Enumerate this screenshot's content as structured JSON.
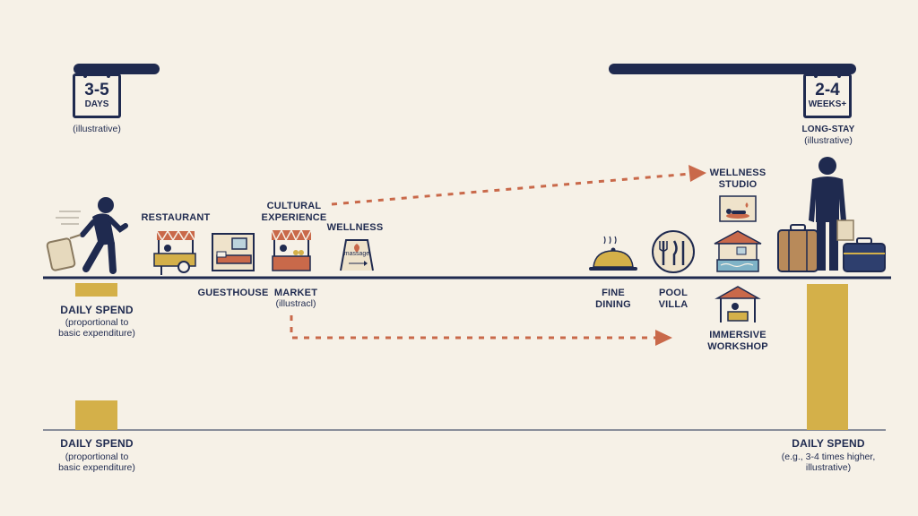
{
  "short_stay": {
    "duration": "3-5",
    "unit": "DAYS",
    "note": "(illustrative)"
  },
  "long_stay": {
    "duration": "2-4",
    "unit": "WEEKS+",
    "title": "LONG-STAY",
    "note": "(illustrative)"
  },
  "activities": {
    "restaurant": "RESTAURANT",
    "cultural_experience": "CULTURAL\nEXPERIENCE",
    "wellness": "WELLNESS",
    "guesthouse": "GUESTHOUSE",
    "market": "MARKET",
    "market_note": "(illustracl)",
    "wellness_sign": "massage",
    "fine_dining": "FINE\nDINING",
    "pool_villa": "POOL\nVILLA",
    "wellness_studio": "WELLNESS\nSTUDIO",
    "immersive_workshop": "IMMERSIVE\nWORKSHOP"
  },
  "spend": {
    "short_label_upper": "DAILY SPEND",
    "short_note_upper": "(proportional to\nbasic expenditure)",
    "short_label_lower": "DAILY SPEND",
    "short_note_lower": "(proportional to\nbasic expenditure)",
    "long_label": "DAILY SPEND",
    "long_note": "(e.g., 3-4 times higher,\nillustrative)"
  },
  "colors": {
    "navy": "#1f2a4f",
    "gold": "#d4b049",
    "terracotta": "#c9694a",
    "background": "#f6f1e7"
  }
}
